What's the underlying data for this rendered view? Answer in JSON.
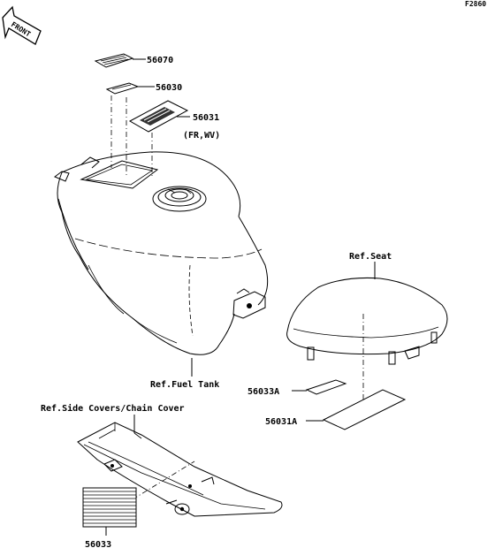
{
  "figure_code": "F2860",
  "front_label": "FRONT",
  "parts": {
    "p56070": "56070",
    "p56030": "56030",
    "p56031": "56031",
    "p56031_note": "(FR,WV)",
    "p56033A": "56033A",
    "p56031A": "56031A",
    "p56033": "56033"
  },
  "refs": {
    "seat": "Ref.Seat",
    "fuel_tank": "Ref.Fuel Tank",
    "side_covers": "Ref.Side Covers/Chain Cover"
  }
}
